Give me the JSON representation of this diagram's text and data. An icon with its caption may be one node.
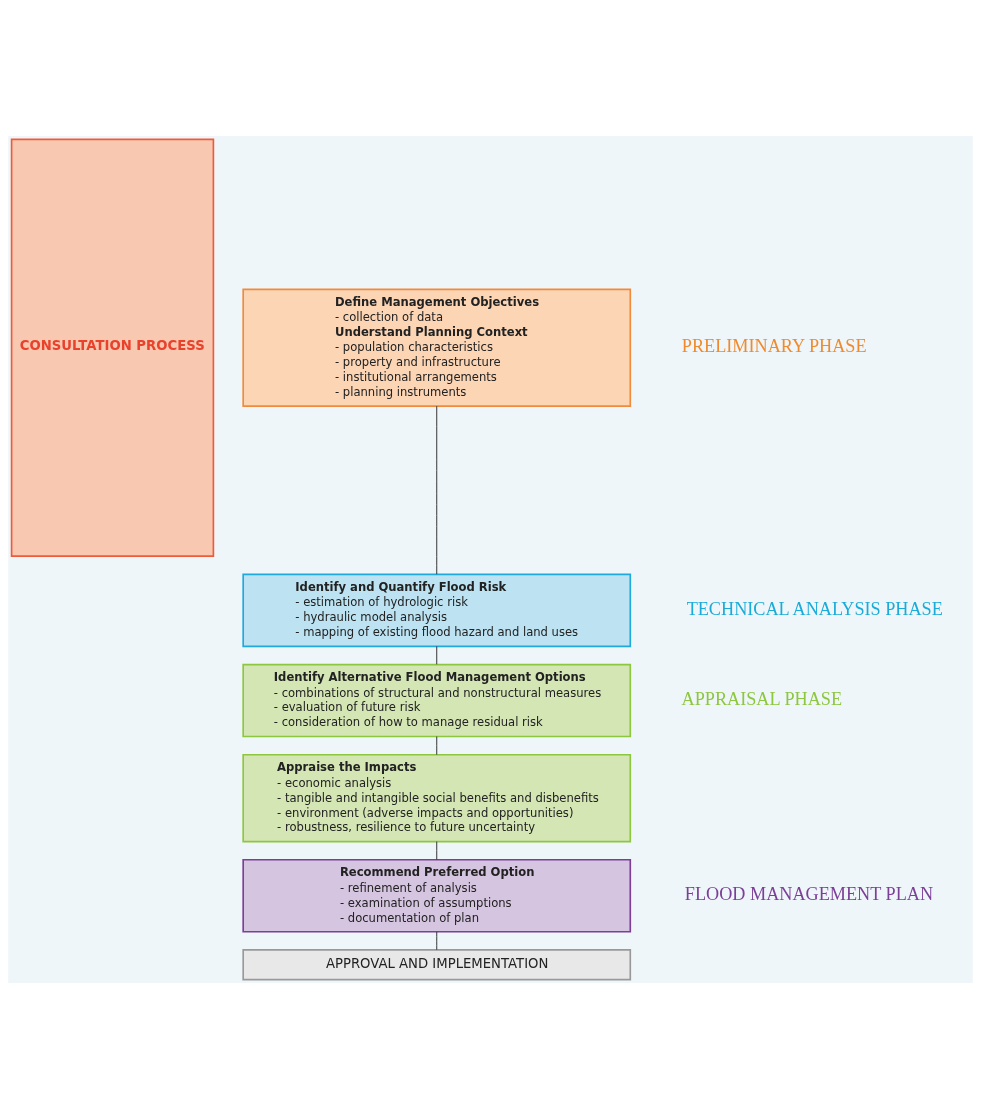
{
  "diagram": {
    "nodes": [
      {
        "text": [
          "CONSULTATION PROCESS"
        ]
      },
      {
        "text": [
          "Define Management Objectives",
          "- collection of data",
          "Understand Planning Context",
          "- population characteristics",
          "- property and infrastructure",
          "- institutional arrangements",
          "- planning instruments"
        ]
      },
      {
        "text": [
          "Identify and Quantify Flood Risk",
          "- estimation of hydrologic risk",
          "- hydraulic model analysis",
          "- mapping of existing flood hazard and land uses"
        ]
      },
      {
        "text": [
          "Identify Alternative Flood Management Options",
          "- combinations of structural and nonstructural measures",
          "- evaluation of future risk",
          "- consideration of how to manage residual risk"
        ]
      },
      {
        "text": [
          "Appraise the Impacts",
          "- economic analysis",
          "- tangible and intangible social benefits and disbenefits",
          "- environment (adverse impacts and opportunities)",
          "- robustness, resilience to future uncertainty"
        ]
      },
      {
        "text": [
          "Recommend Preferred Option",
          "- refinement of analysis",
          "- examination of assumptions",
          "- documentation of plan"
        ]
      },
      {
        "text": [
          "APPROVAL AND IMPLEMENTATION"
        ]
      }
    ],
    "edges": [
      {
        "from": 1,
        "to": 2,
        "arrow": "none"
      },
      {
        "from": 2,
        "to": 3,
        "arrow": "none"
      },
      {
        "from": 3,
        "to": 4,
        "arrow": "none"
      },
      {
        "from": 4,
        "to": 5,
        "arrow": "none"
      },
      {
        "from": 5,
        "to": 6,
        "arrow": "none"
      }
    ],
    "labels": [
      "PRELIMINARY PHASE",
      "TECHNICAL ANALYSIS PHASE",
      "APPRAISAL PHASE",
      "FLOOD MANAGEMENT PLAN"
    ]
  }
}
